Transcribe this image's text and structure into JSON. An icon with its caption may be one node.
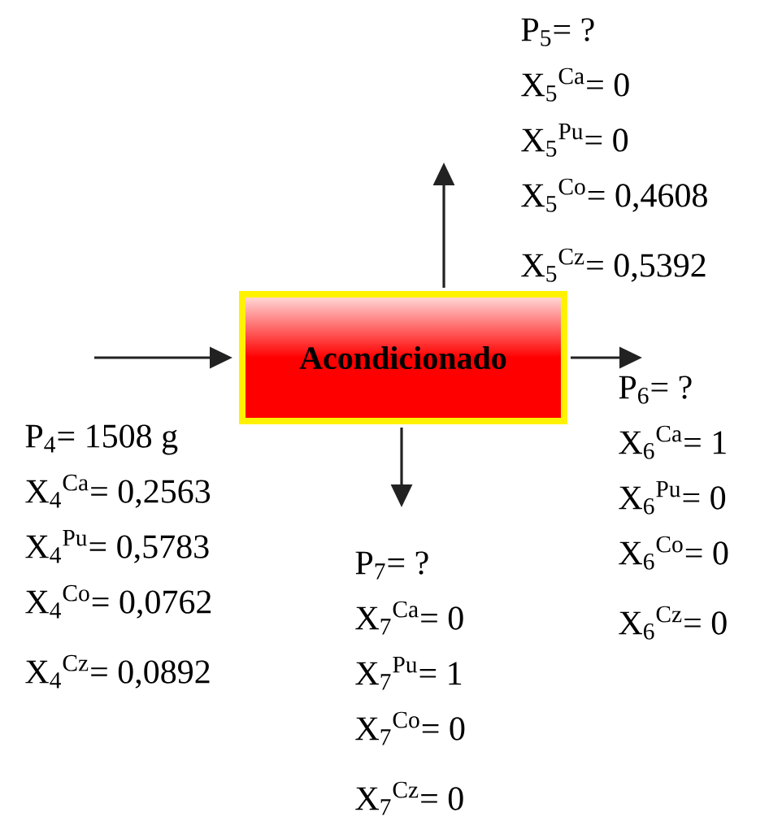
{
  "diagram": {
    "nodes": [
      {
        "text": [
          "Acondicionado"
        ]
      },
      {
        "text": [
          "P$_{4}$= 1508 g",
          "X$_{4}$$^{Ca}$= 0,2563",
          "X$_{4}$$^{Pu}$= 0,5783",
          "X$_{4}$$^{Co}$= 0,0762",
          "X$_{4}$$^{Cz}$= 0,0892"
        ]
      },
      {
        "text": [
          "P$_{5}$= ?",
          "X$_{5}$$^{Ca}$= 0",
          "X$_{5}$$^{Pu}$= 0",
          "X$_{5}$$^{Co}$= 0,4608",
          "X$_{5}$$^{Cz}$= 0,5392"
        ]
      },
      {
        "text": [
          "P$_{6}$= ?",
          "X$_{6}$$^{Ca}$= 1",
          "X$_{6}$$^{Pu}$= 0",
          "X$_{6}$$^{Co}$= 0",
          "X$_{6}$$^{Cz}$= 0"
        ]
      },
      {
        "text": [
          "P$_{7}$= ?",
          "X$_{7}$$^{Ca}$= 0",
          "X$_{7}$$^{Pu}$= 1",
          "X$_{7}$$^{Co}$= 0",
          "X$_{7}$$^{Cz}$= 0"
        ]
      }
    ],
    "edges": [
      {
        "from": null,
        "to": 0,
        "arrow": "to"
      },
      {
        "from": 0,
        "to": 2,
        "arrow": "to"
      },
      {
        "from": 0,
        "to": 3,
        "arrow": "to"
      },
      {
        "from": 0,
        "to": 4,
        "arrow": "to"
      }
    ]
  }
}
